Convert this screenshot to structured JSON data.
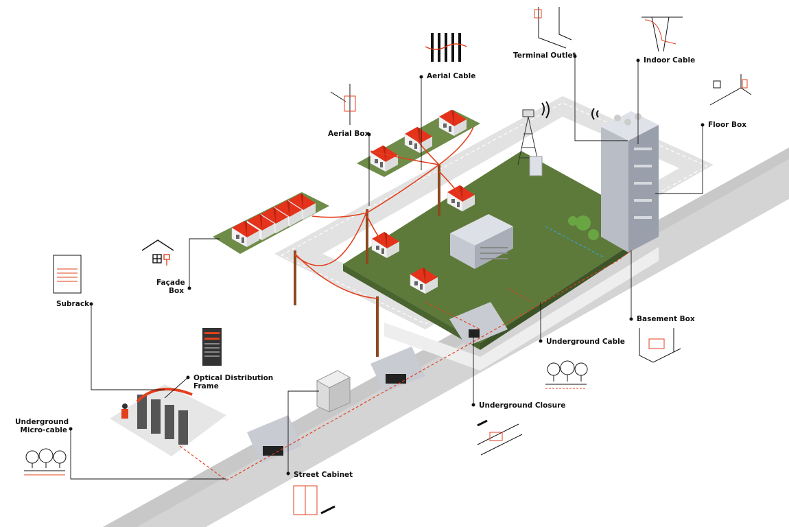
{
  "labels": {
    "aerial_cable": "Aerial Cable",
    "terminal_outlet": "Terminal Outlet",
    "indoor_cable": "Indoor Cable",
    "aerial_box": "Aerial Box",
    "floor_box": "Floor Box",
    "facade_box_line1": "Façade",
    "facade_box_line2": "Box",
    "subrack": "Subrack",
    "basement_box": "Basement Box",
    "underground_cable": "Underground Cable",
    "optical_distribution_frame_line1": "Optical Distribution",
    "optical_distribution_frame_line2": "Frame",
    "underground_closure": "Underground Closure",
    "underground_micro_cable_line1": "Underground",
    "underground_micro_cable_line2": "Micro-cable",
    "street_cabinet": "Street Cabinet"
  },
  "colors": {
    "cable": "#e2401c",
    "roof": "#e5321b",
    "grass": "#5d7a3a",
    "road": "#d9d9d9",
    "building": "#c7cbd3",
    "pole": "#8b4a1f",
    "underground_link": "#3b9bc9",
    "leader": "#111111"
  },
  "icons": [
    "house-facade-icon",
    "aerial-cable-icon",
    "aerial-box-icon",
    "terminal-outlet-icon",
    "indoor-cable-icon",
    "floor-box-icon",
    "subrack-icon",
    "odf-icon",
    "basement-box-icon",
    "underground-cable-icon",
    "underground-closure-icon",
    "micro-cable-icon",
    "street-cabinet-icon",
    "cell-tower-icon"
  ]
}
